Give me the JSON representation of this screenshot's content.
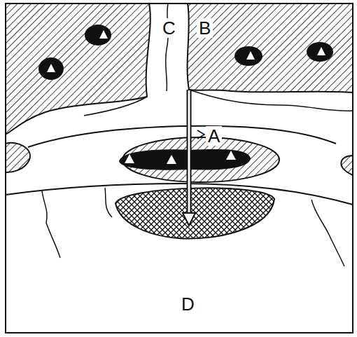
{
  "diagram": {
    "labels": [
      "C",
      "B",
      "A",
      "D"
    ]
  }
}
